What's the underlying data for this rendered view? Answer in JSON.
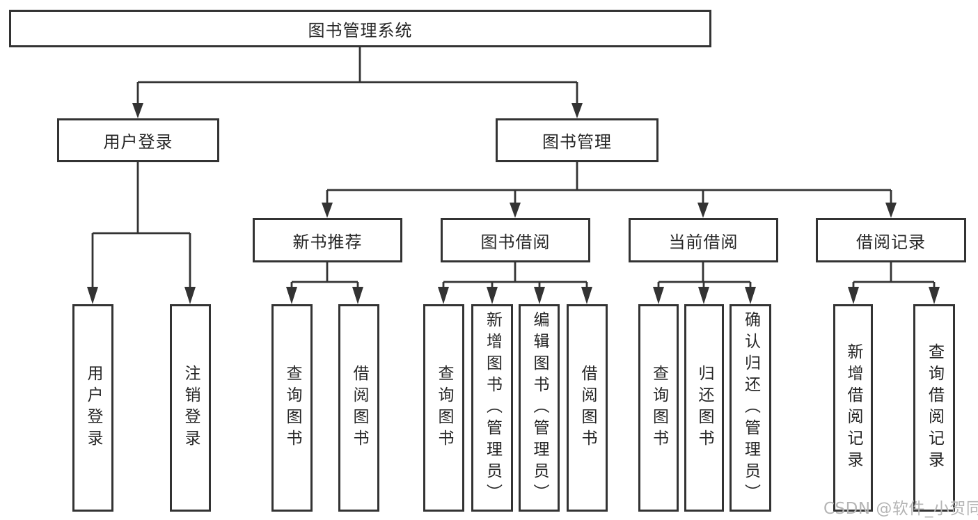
{
  "nodes": {
    "root": "图书管理系统",
    "level2": [
      "用户登录",
      "图书管理"
    ],
    "level3": [
      "新书推荐",
      "图书借阅",
      "当前借阅",
      "借阅记录"
    ],
    "group_user_login": [
      "用户登录",
      "注销登录"
    ],
    "group_new_book": [
      "查询图书",
      "借阅图书"
    ],
    "group_book_borrow": [
      "查询图书",
      "新增图书（管理员）",
      "编辑图书（管理员）",
      "借阅图书"
    ],
    "group_current_borrow": [
      "查询图书",
      "归还图书",
      "确认归还（管理员）"
    ],
    "group_borrow_record": [
      "新增借阅记录",
      "查询借阅记录"
    ]
  },
  "watermark": {
    "text": "CSDN @软件_小贺同学",
    "color": "#b5b5b5"
  },
  "colors": {
    "line": "#333333",
    "box_border": "#333333",
    "box_fill": "#ffffff",
    "text": "#262626",
    "background": "#ffffff"
  }
}
